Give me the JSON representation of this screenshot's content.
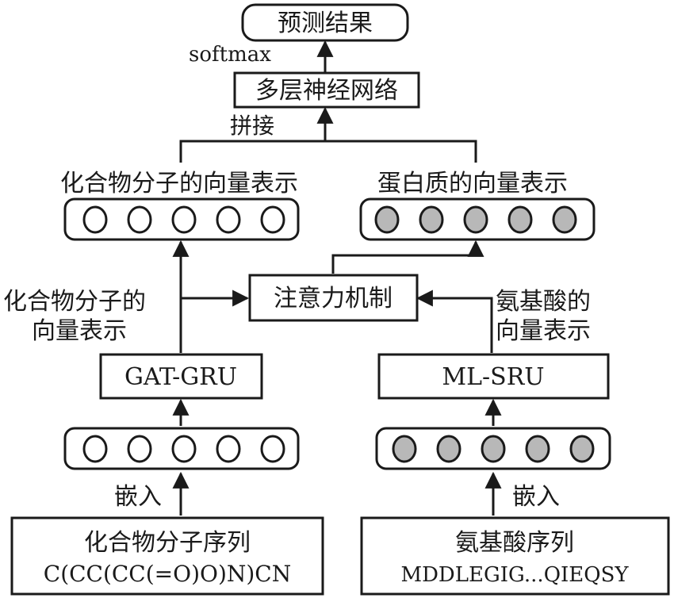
{
  "result": {
    "label": "预测结果"
  },
  "softmax_label": "softmax",
  "mlp": {
    "label": "多层神经网络"
  },
  "concat_label": "拼接",
  "compound_vector": {
    "title": "化合物分子的向量表示"
  },
  "protein_vector": {
    "title": "蛋白质的向量表示"
  },
  "attention": {
    "label": "注意力机制"
  },
  "compound_side_label": {
    "line1": "化合物分子的",
    "line2": "向量表示"
  },
  "amino_side_label": {
    "line1": "氨基酸的",
    "line2": "向量表示"
  },
  "gat_gru": {
    "label": "GAT-GRU"
  },
  "ml_sru": {
    "label": "ML-SRU"
  },
  "embed_left_label": "嵌入",
  "embed_right_label": "嵌入",
  "compound_input": {
    "title": "化合物分子序列",
    "value": "C(CC(CC(=O)O)N)CN"
  },
  "protein_input": {
    "title": "氨基酸序列",
    "value": "MDDLEGIG...QIEQSY"
  },
  "colors": {
    "stroke": "#1a1a1a",
    "empty_node": "#ffffff",
    "filled_node": "#b8b8b8"
  }
}
